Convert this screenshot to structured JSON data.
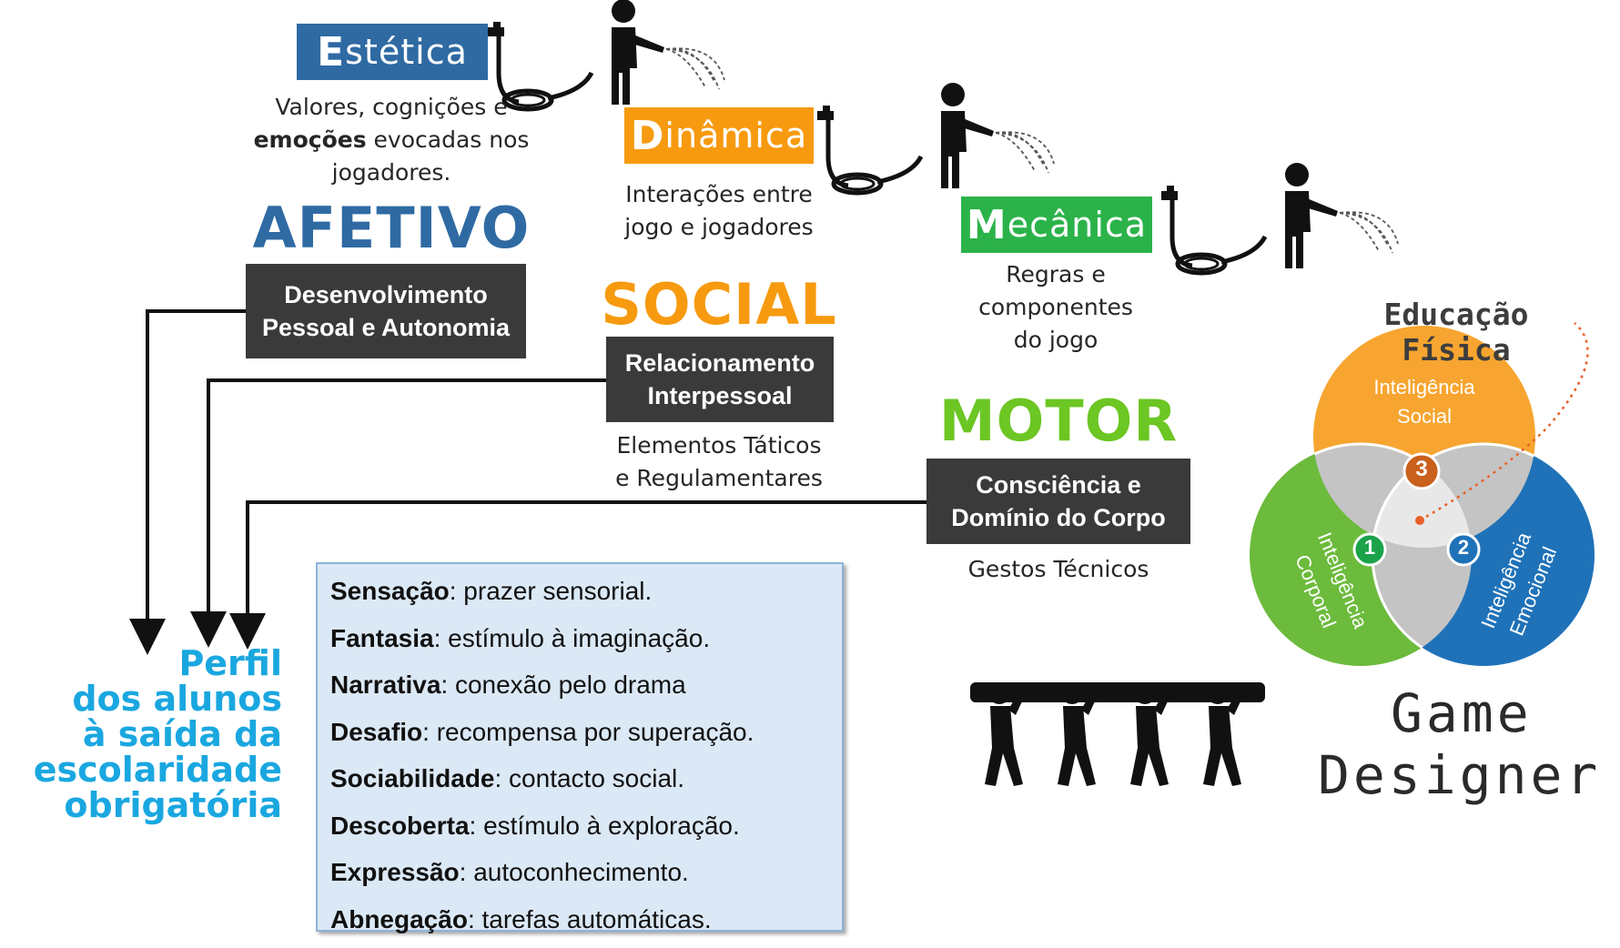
{
  "mda": {
    "estetica": {
      "first": "E",
      "rest": "stética",
      "color": "#2f6aa3",
      "desc_lines": [
        "Valores, cognições e",
        "evocadas nos",
        "jogadores."
      ],
      "desc_bold": "emoções"
    },
    "dinamica": {
      "first": "D",
      "rest": "inâmica",
      "color": "#f79a0f",
      "desc_lines": [
        "Interações entre",
        "jogo e jogadores"
      ]
    },
    "mecanica": {
      "first": "M",
      "rest": "ecânica",
      "color": "#2bb34a",
      "desc_lines": [
        "Regras e",
        "componentes",
        "do jogo"
      ]
    }
  },
  "domains": {
    "afetivo": {
      "title": "AFETIVO",
      "color": "#2f6aa3",
      "box_lines": [
        "Desenvolvimento",
        "Pessoal e Autonomia"
      ]
    },
    "social": {
      "title": "SOCIAL",
      "color": "#f79a0f",
      "box_lines": [
        "Relacionamento",
        "Interpessoal"
      ],
      "sub_lines": [
        "Elementos Táticos",
        "e Regulamentares"
      ]
    },
    "motor": {
      "title": "MOTOR",
      "color": "#6cc623",
      "box_lines": [
        "Consciência e",
        "Domínio do Corpo"
      ],
      "sub": "Gestos Técnicos"
    }
  },
  "profile_lines": [
    "Perfil",
    "dos alunos",
    "à saída da",
    "escolaridade",
    "obrigatória"
  ],
  "aesthetics_list": [
    {
      "term": "Sensação",
      "desc": ": prazer sensorial."
    },
    {
      "term": "Fantasia",
      "desc": ": estímulo à imaginação."
    },
    {
      "term": "Narrativa",
      "desc": ": conexão pelo drama"
    },
    {
      "term": "Desafio",
      "desc": ": recompensa por superação."
    },
    {
      "term": "Sociabilidade",
      "desc": ": contacto social."
    },
    {
      "term": "Descoberta",
      "desc": ": estímulo à exploração."
    },
    {
      "term": "Expressão",
      "desc": ": autoconhecimento."
    },
    {
      "term": "Abnegação",
      "desc": ": tarefas automáticas."
    }
  ],
  "venn": {
    "title": "Educação Física",
    "social": {
      "lines": [
        "Inteligência",
        "Social"
      ],
      "number": "3",
      "color": "#f7a530"
    },
    "corporal": {
      "lines": [
        "Inteligência",
        "Corporal"
      ],
      "number": "1",
      "color": "#6cbb3c"
    },
    "emocional": {
      "lines": [
        "Inteligência",
        "Emocional"
      ],
      "number": "2",
      "color": "#1f72b8"
    }
  },
  "game_designer": [
    "Game",
    "Designer"
  ]
}
